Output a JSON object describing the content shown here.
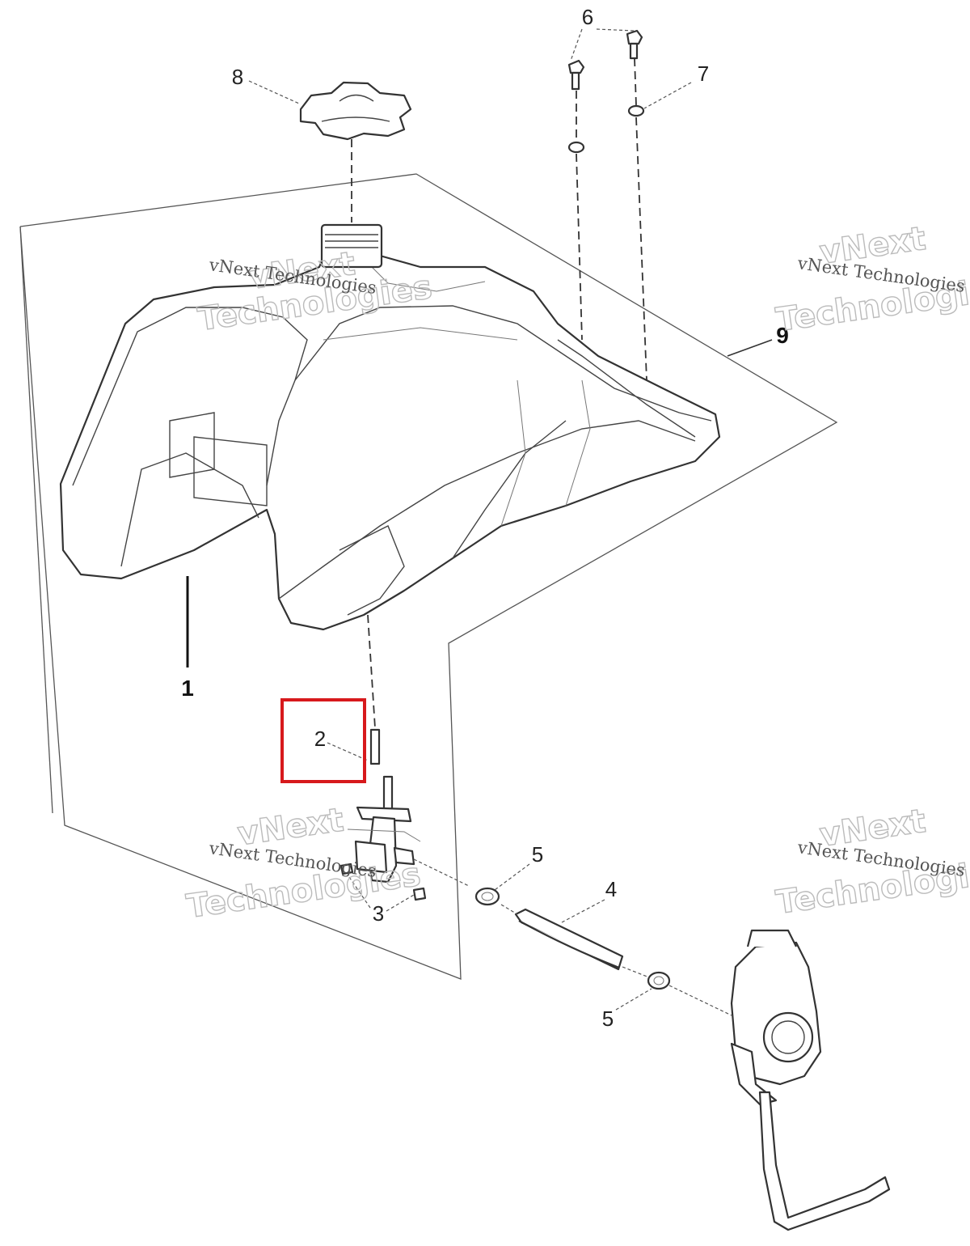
{
  "diagram": {
    "callouts": {
      "c1": "1",
      "c2": "2",
      "c3": "3",
      "c4": "4",
      "c5a": "5",
      "c5b": "5",
      "c6": "6",
      "c7": "7",
      "c8": "8",
      "c9": "9"
    },
    "highlight_color": "#d7191c"
  },
  "watermarks": {
    "line1": "vNext Technologies",
    "line2": "vNext",
    "line3": "Technologies"
  }
}
